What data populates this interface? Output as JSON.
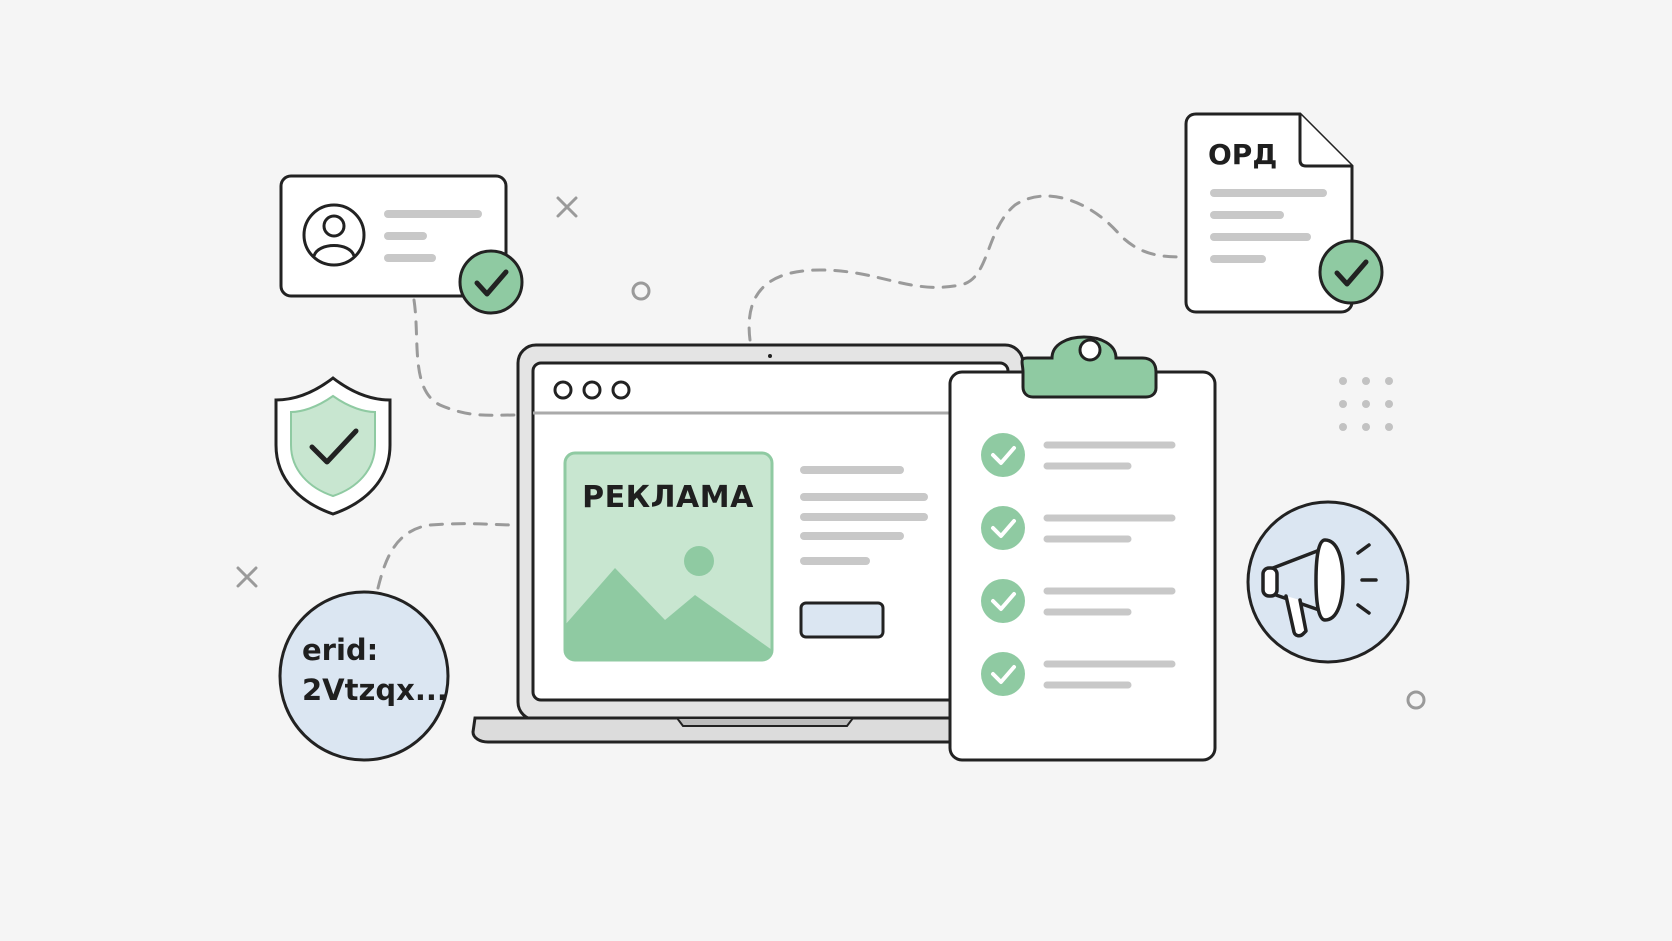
{
  "illustration": {
    "ad_banner_label": "РЕКЛАМА",
    "document_label": "ОРД",
    "erid_label_line1": "erid:",
    "erid_label_line2": "2Vtzqx..."
  },
  "colors": {
    "background": "#f5f5f5",
    "outline": "#222222",
    "accent_green": "#8fcaa2",
    "light_green": "#c8e6d0",
    "accent_blue": "#dbe6f2",
    "line_gray": "#c8c8c8",
    "dashed_gray": "#9a9a9a"
  },
  "icons": [
    "user-icon",
    "check-icon",
    "shield-check-icon",
    "landscape-image-icon",
    "clipboard-icon",
    "megaphone-icon",
    "document-icon"
  ]
}
